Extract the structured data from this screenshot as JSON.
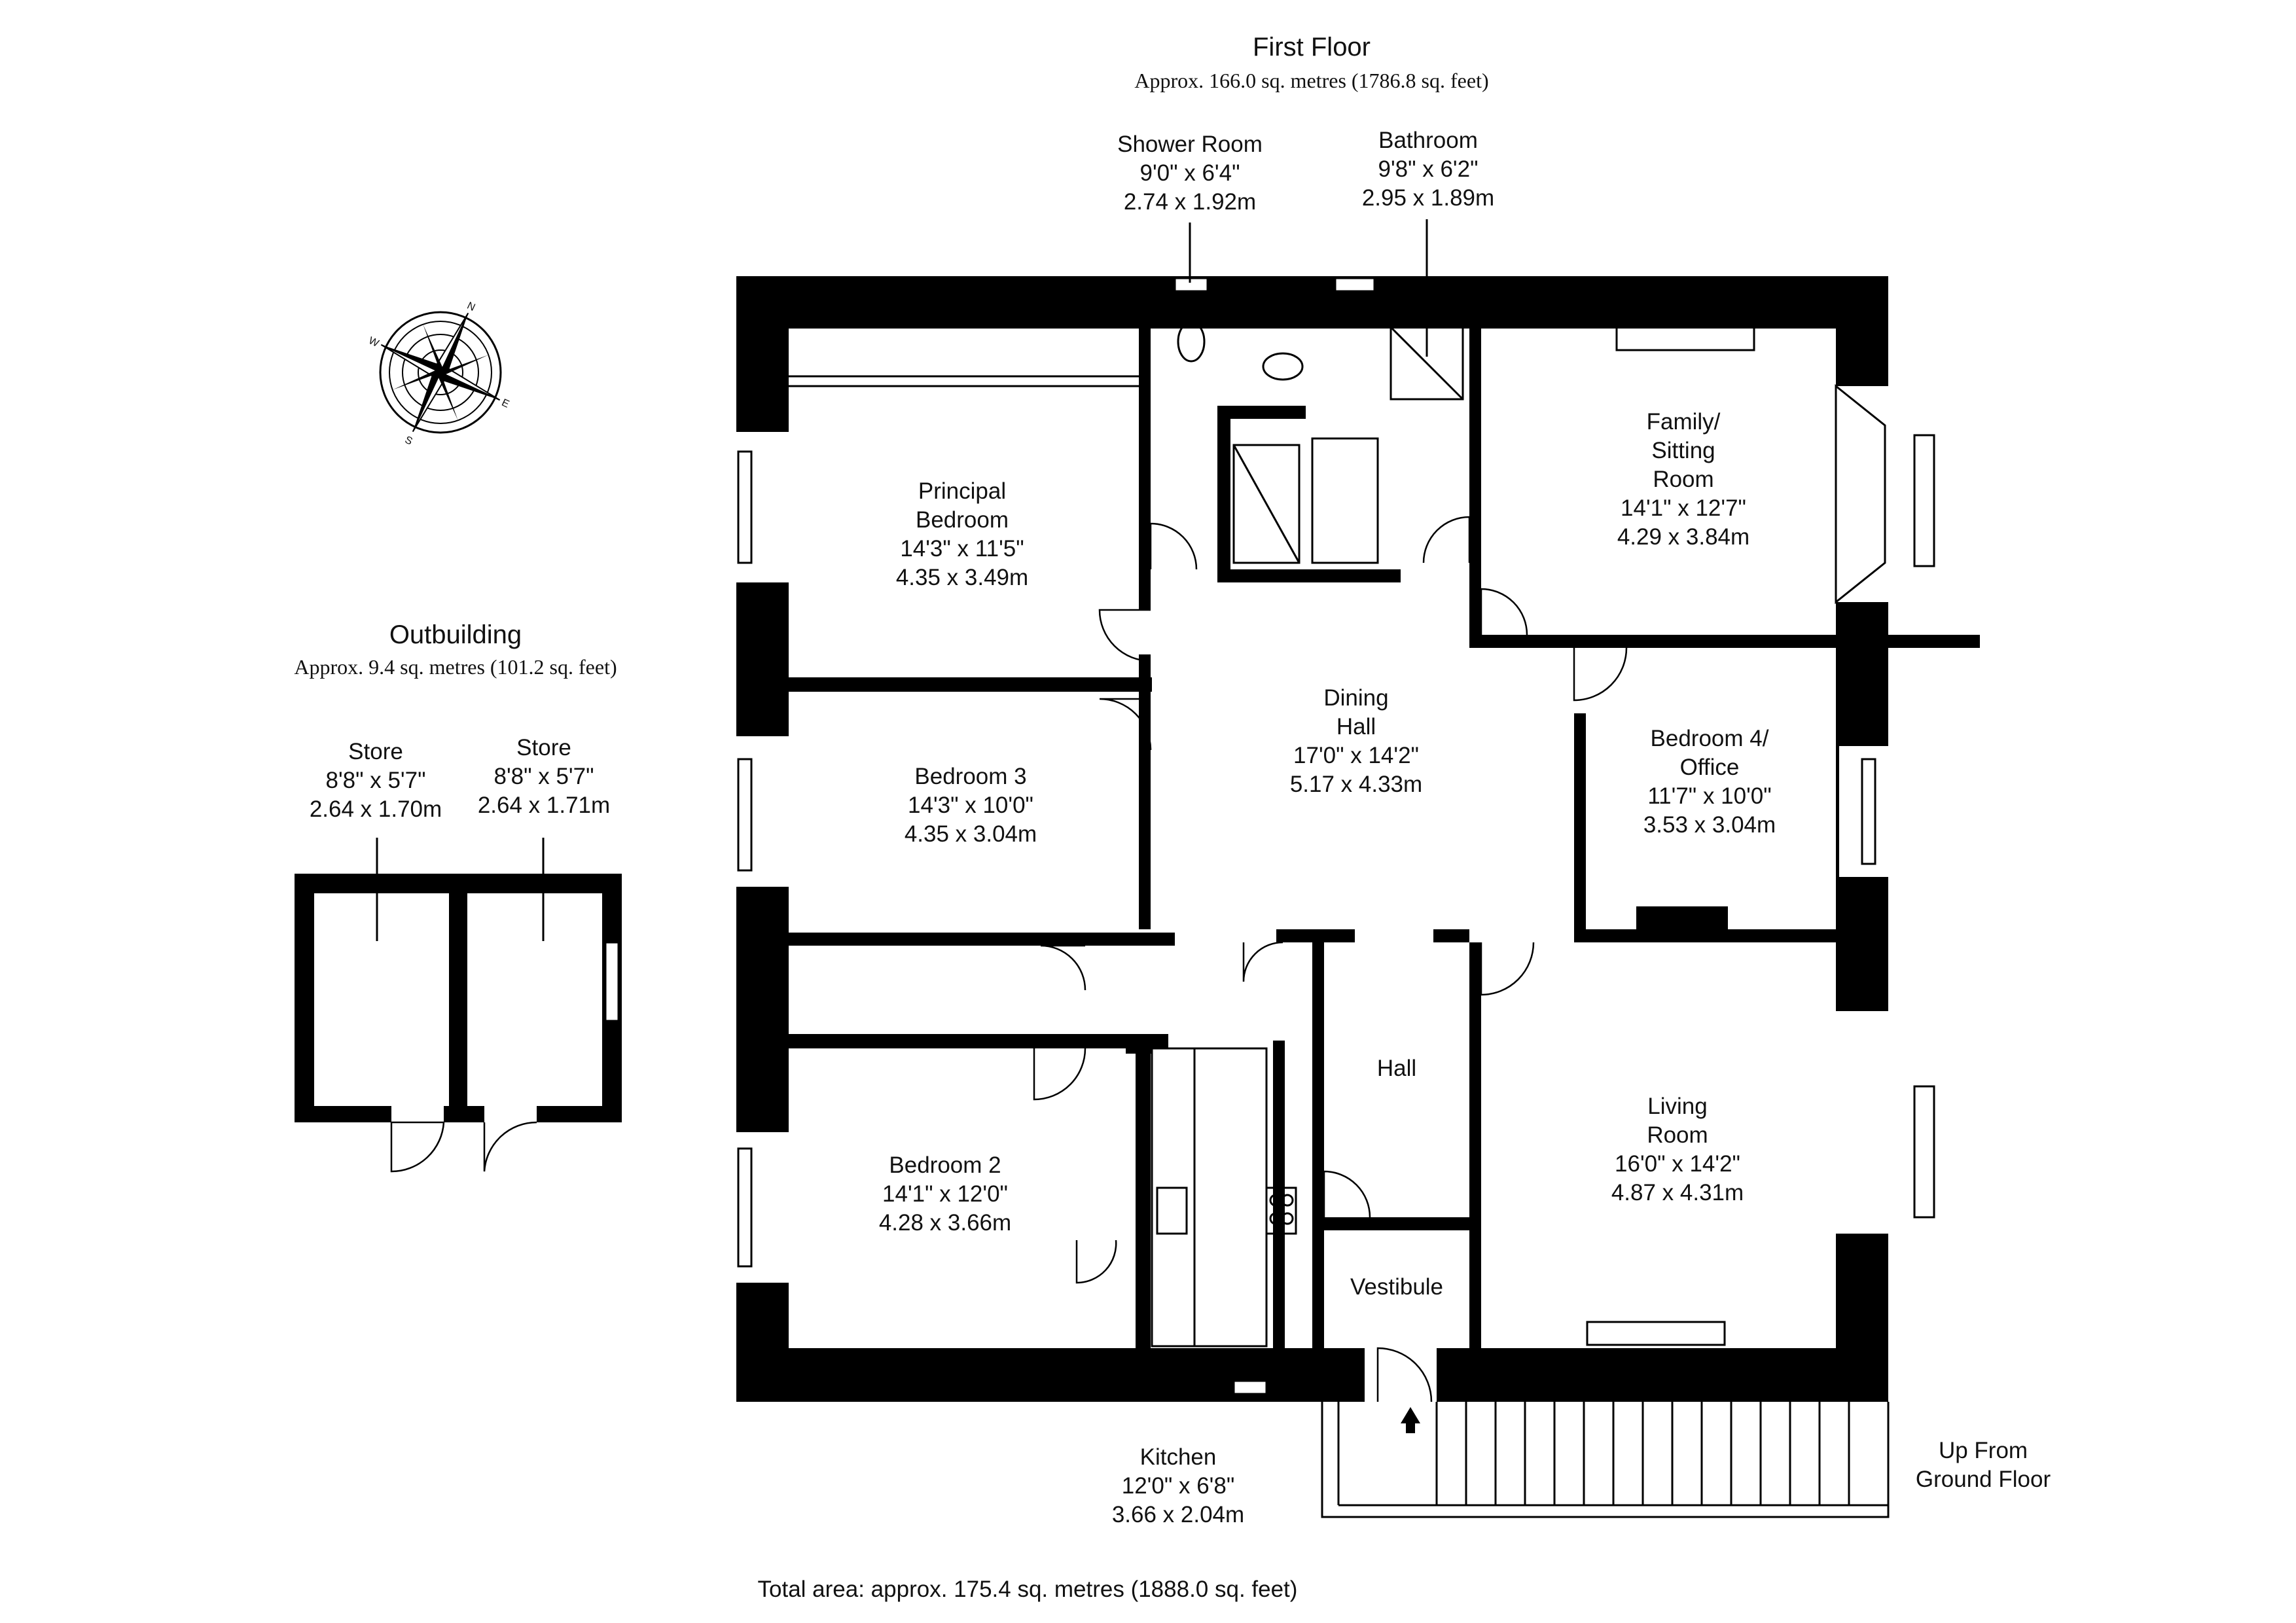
{
  "first_floor": {
    "title": "First Floor",
    "area": "Approx. 166.0 sq. metres (1786.8 sq. feet)"
  },
  "outbuilding": {
    "title": "Outbuilding",
    "area": "Approx. 9.4 sq. metres (101.2 sq. feet)"
  },
  "total_area": "Total area: approx. 175.4 sq. metres (1888.0 sq. feet)",
  "rooms": {
    "shower_room": [
      "Shower Room",
      "9'0\" x 6'4\"",
      "2.74 x 1.92m"
    ],
    "bathroom": [
      "Bathroom",
      "9'8\" x 6'2\"",
      "2.95 x 1.89m"
    ],
    "family_sitting": [
      "Family/",
      "Sitting",
      "Room",
      "14'1\" x 12'7\"",
      "4.29 x 3.84m"
    ],
    "principal_bedroom": [
      "Principal",
      "Bedroom",
      "14'3\" x 11'5\"",
      "4.35 x 3.49m"
    ],
    "dining_hall": [
      "Dining",
      "Hall",
      "17'0\" x 14'2\"",
      "5.17 x 4.33m"
    ],
    "bedroom_3": [
      "Bedroom 3",
      "14'3\" x 10'0\"",
      "4.35 x 3.04m"
    ],
    "bedroom_4": [
      "Bedroom 4/",
      "Office",
      "11'7\" x 10'0\"",
      "3.53 x 3.04m"
    ],
    "hall": [
      "Hall"
    ],
    "living_room": [
      "Living",
      "Room",
      "16'0\" x 14'2\"",
      "4.87 x 4.31m"
    ],
    "bedroom_2": [
      "Bedroom 2",
      "14'1\" x 12'0\"",
      "4.28 x 3.66m"
    ],
    "vestibule": [
      "Vestibule"
    ],
    "kitchen": [
      "Kitchen",
      "12'0\" x 6'8\"",
      "3.66 x 2.04m"
    ],
    "store_1": [
      "Store",
      "8'8\" x 5'7\"",
      "2.64 x 1.70m"
    ],
    "store_2": [
      "Store",
      "8'8\" x 5'7\"",
      "2.64 x 1.71m"
    ]
  },
  "stairs_label": [
    "Up From",
    "Ground Floor"
  ],
  "compass": {
    "letters": [
      "N",
      "E",
      "S",
      "W"
    ]
  }
}
